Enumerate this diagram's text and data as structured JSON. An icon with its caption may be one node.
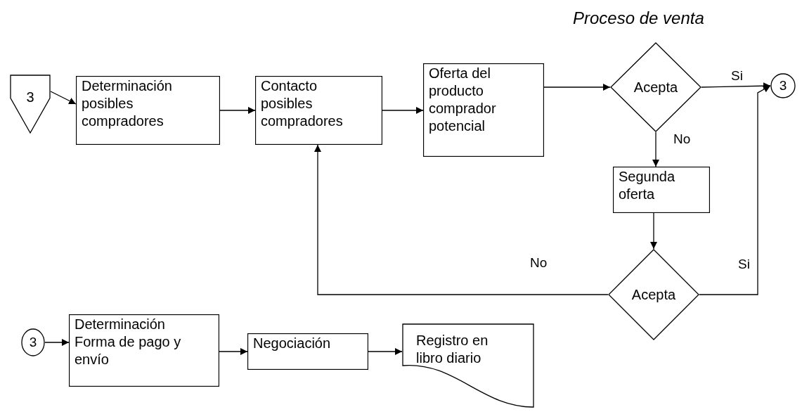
{
  "diagram": {
    "title": "Proceso de venta",
    "nodes": [
      {
        "text": [
          "3"
        ]
      },
      {
        "text": [
          "Determinación posibles compradores"
        ]
      },
      {
        "text": [
          "Contacto posibles compradores"
        ]
      },
      {
        "text": [
          "Oferta del producto comprador potencial"
        ]
      },
      {
        "text": [
          "Acepta"
        ]
      },
      {
        "text": [
          "3"
        ]
      },
      {
        "text": [
          "Segunda oferta"
        ]
      },
      {
        "text": [
          "Acepta"
        ]
      },
      {
        "text": [
          "3"
        ]
      },
      {
        "text": [
          "Determinación Forma de pago y envío"
        ]
      },
      {
        "text": [
          "Negociación"
        ]
      },
      {
        "text": [
          "Registro en libro diario"
        ]
      }
    ],
    "edges": [
      {
        "from": 0,
        "to": 1,
        "arrow": "to"
      },
      {
        "from": 1,
        "to": 2,
        "arrow": "to"
      },
      {
        "from": 2,
        "to": 3,
        "arrow": "to"
      },
      {
        "from": 3,
        "to": 4,
        "arrow": "to"
      },
      {
        "from": 4,
        "to": 5,
        "arrow": "to",
        "label": "Si"
      },
      {
        "from": 4,
        "to": 6,
        "arrow": "to",
        "label": "No"
      },
      {
        "from": 6,
        "to": 7,
        "arrow": "to"
      },
      {
        "from": 7,
        "to": 2,
        "arrow": "to",
        "label": "No"
      },
      {
        "from": 7,
        "to": 5,
        "arrow": "to",
        "label": "Si"
      },
      {
        "from": 8,
        "to": 9,
        "arrow": "to"
      },
      {
        "from": 9,
        "to": 10,
        "arrow": "to"
      },
      {
        "from": 10,
        "to": 11,
        "arrow": "to"
      }
    ]
  }
}
